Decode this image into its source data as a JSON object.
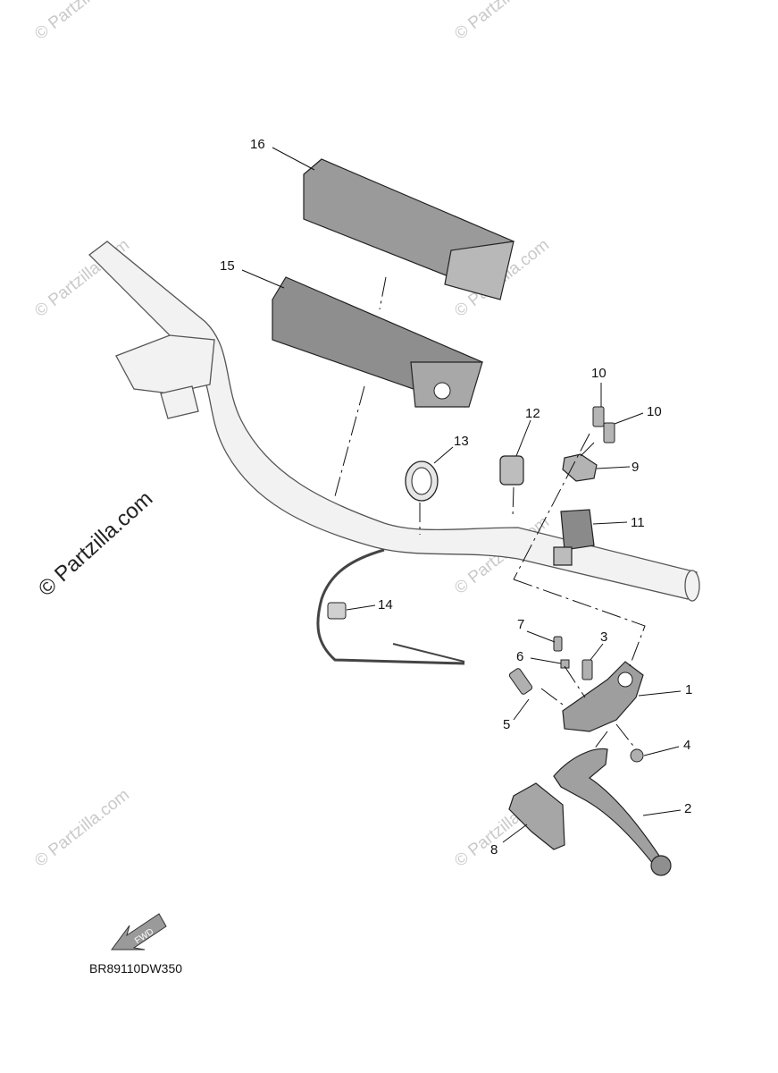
{
  "watermark": {
    "text": "© Partzilla.com",
    "main_text": "© Partzilla.com"
  },
  "callouts": {
    "c1": "1",
    "c2": "2",
    "c3": "3",
    "c4": "4",
    "c5": "5",
    "c6": "6",
    "c7": "7",
    "c8": "8",
    "c9": "9",
    "c10a": "10",
    "c10b": "10",
    "c11": "11",
    "c12": "12",
    "c13": "13",
    "c14": "14",
    "c15": "15",
    "c16": "16"
  },
  "fwd_label": "FWD",
  "diagram_code": "BR89110DW350",
  "colors": {
    "part_fill": "#9a9a9a",
    "bar_fill": "#f2f2f2",
    "watermark": "#c9c9c9"
  }
}
